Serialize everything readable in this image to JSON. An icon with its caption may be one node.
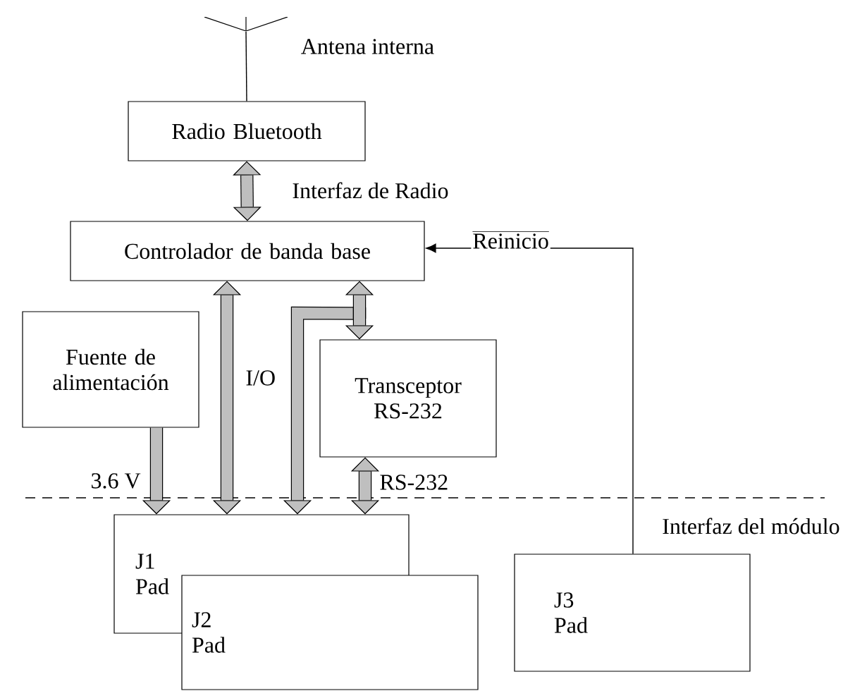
{
  "diagram": {
    "nodes": [
      {
        "text": [],
        "shape": "antenna",
        "beside": [
          "Antena  interna"
        ]
      },
      {
        "text": [
          "Radio Bluetooth"
        ]
      },
      {
        "text": [
          "Controlador de banda base"
        ]
      },
      {
        "text": [
          "Fuente de alimentación"
        ]
      },
      {
        "text": [
          "Transceptor RS-232"
        ]
      },
      {
        "text": [
          "J1 Pad"
        ]
      },
      {
        "text": [
          "J2 Pad"
        ]
      },
      {
        "text": [
          "J3 Pad"
        ]
      }
    ],
    "edges": [
      {
        "from": 0,
        "to": 1,
        "arrow": "none"
      },
      {
        "from": 1,
        "to": 2,
        "arrow": "both",
        "label": "Interfaz de Radio"
      },
      {
        "from": 3,
        "to": 5,
        "arrow": "to",
        "label": "3.6 V"
      },
      {
        "from": 2,
        "to": 5,
        "arrow": "both",
        "label": "I/O"
      },
      {
        "from": 2,
        "to": 4,
        "arrow": "both"
      },
      {
        "from": 2,
        "to": 5,
        "arrow": "both"
      },
      {
        "from": 4,
        "to": 5,
        "arrow": "both",
        "label": "RS-232"
      },
      {
        "from": 7,
        "to": 2,
        "arrow": "to",
        "label": "Reinicio"
      }
    ],
    "labels": [
      "Interfaz del módulo"
    ]
  }
}
